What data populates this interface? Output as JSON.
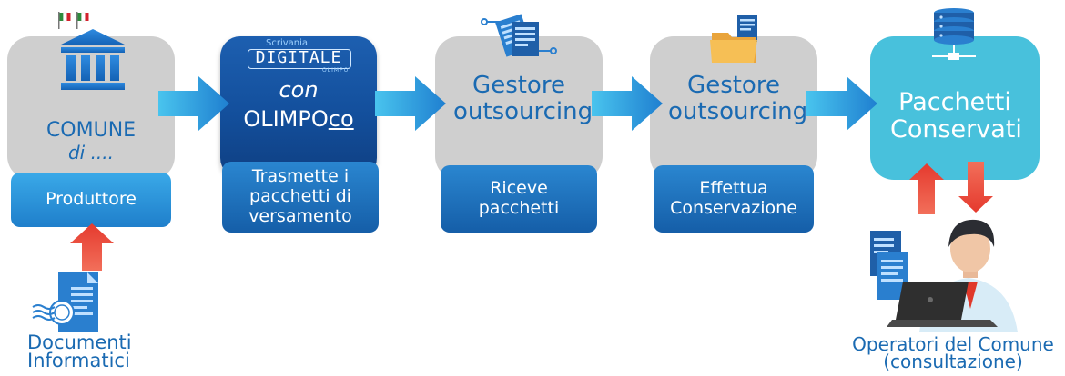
{
  "nodes": {
    "comune": {
      "title": "COMUNE",
      "subtitle": "di ....",
      "label": "Produttore"
    },
    "olimpo": {
      "brand_top": "Scrivania",
      "brand_main": "DIGITALE",
      "brand_bottom": "OLIMPO",
      "con": "con",
      "name": "OLIMPO",
      "name_suffix": "co",
      "label": "Trasmette i pacchetti di versamento"
    },
    "gestore1": {
      "title": "Gestore outsourcing",
      "label": "Riceve pacchetti"
    },
    "gestore2": {
      "title": "Gestore outsourcing",
      "label": "Effettua Conservazione"
    },
    "pacchetti": {
      "title": "Pacchetti Conservati"
    }
  },
  "documents": {
    "caption": "Documenti Informatici"
  },
  "operators": {
    "caption": "Operatori del Comune (consultazione)"
  },
  "colors": {
    "gray_card": "#cfcfcf",
    "navy_card": "#134f9c",
    "teal_card": "#48c1dc",
    "label_blue": "#1f7fcb",
    "arrow_blue": "#3ab6e6",
    "arrow_red": "#e0392b",
    "text_blue": "#1a6ab2"
  },
  "icons": [
    "flag-icon",
    "bank-building-icon",
    "document-icon",
    "folder-icon",
    "database-icon",
    "server-icon",
    "stamped-document-icon",
    "person-laptop-icon"
  ]
}
